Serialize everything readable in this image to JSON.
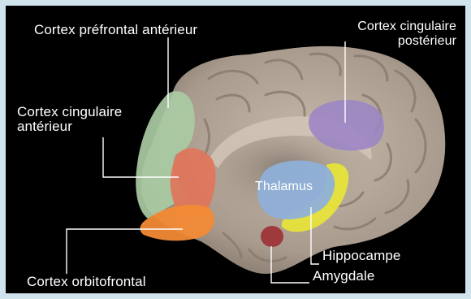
{
  "labels": {
    "prefrontal": "Cortex préfrontal antérieur",
    "cingulate_posterior_l1": "Cortex cingulaire",
    "cingulate_posterior_l2": "postérieur",
    "cingulate_anterior_l1": "Cortex cingulaire",
    "cingulate_anterior_l2": "antérieur",
    "thalamus": "Thalamus",
    "hippocampus": "Hippocampe",
    "amygdala": "Amygdale",
    "orbitofrontal": "Cortex orbitofrontal"
  },
  "colors": {
    "background": "#000000",
    "border": "#cfe3ec",
    "brain": "#b7a99b",
    "prefrontal": "#a9cba3",
    "cingulate_posterior": "#9c86c4",
    "cingulate_anterior": "#e0755a",
    "orbitofrontal": "#f28a35",
    "thalamus": "#8fb0d9",
    "hippocampus": "#e6e33a",
    "amygdala": "#9e3a3e",
    "leader_lines": "#ffffff"
  }
}
